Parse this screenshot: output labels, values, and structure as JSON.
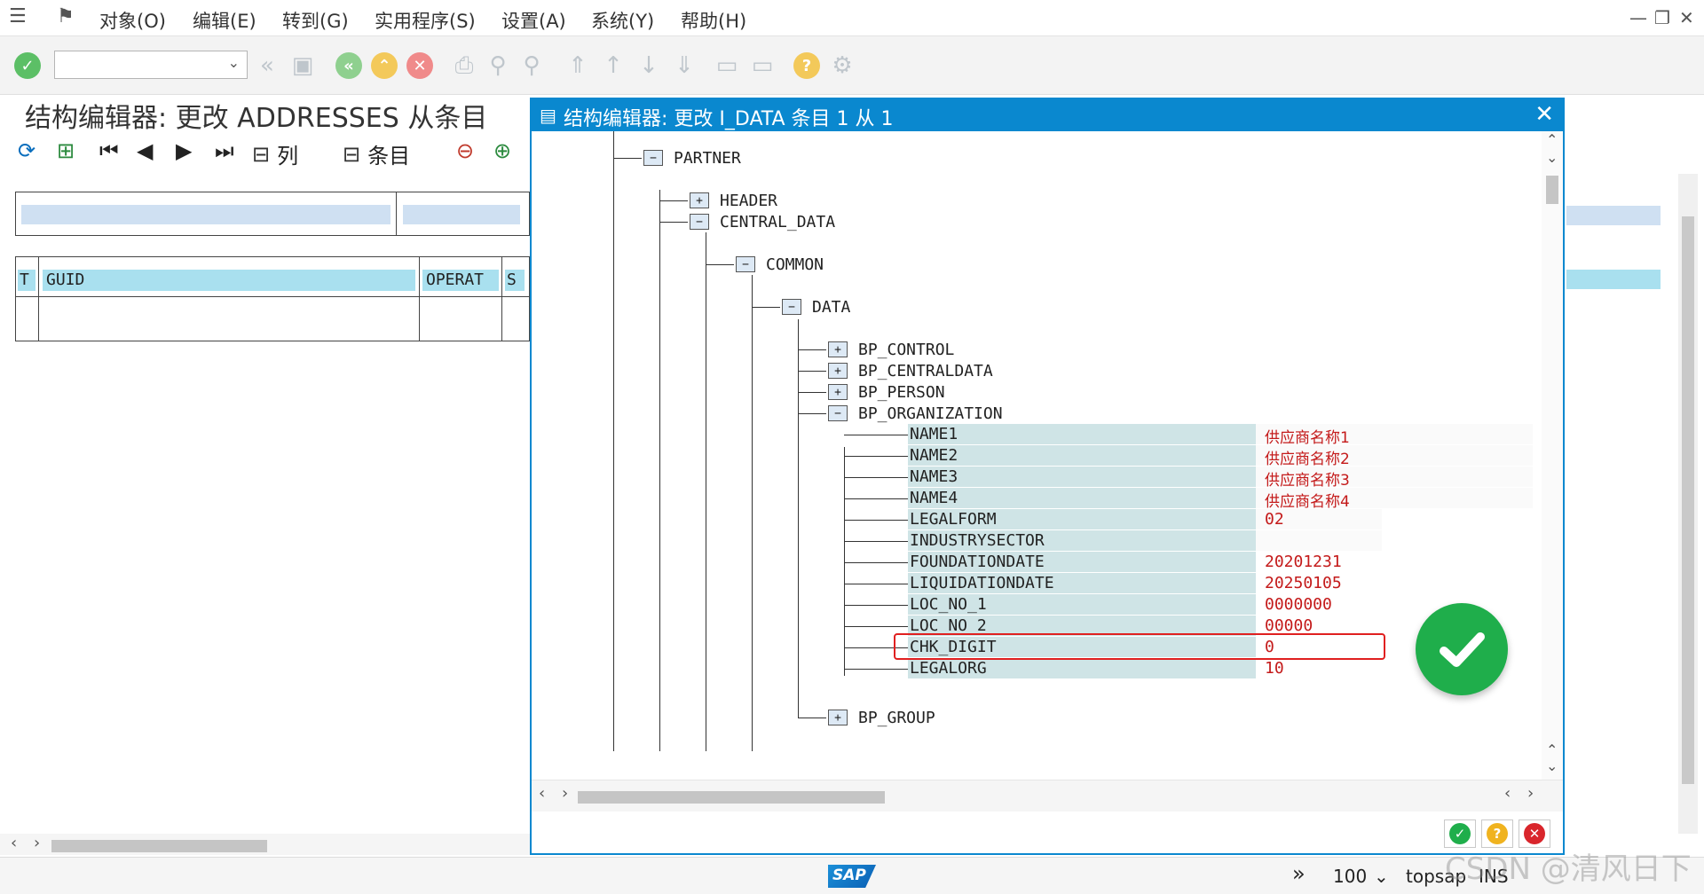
{
  "menu": {
    "items": [
      "对象(O)",
      "编辑(E)",
      "转到(G)",
      "实用程序(S)",
      "设置(A)",
      "系统(Y)",
      "帮助(H)"
    ]
  },
  "page_title": "结构编辑器: 更改 ADDRESSES 从条目",
  "app_toolbar": {
    "columns_label": "列",
    "entries_label": "条目"
  },
  "left_table": {
    "columns": [
      "T",
      "GUID",
      "OPERAT",
      "S"
    ]
  },
  "dialog": {
    "title": "结构编辑器: 更改 I_DATA 条目 1 从 1",
    "nodes": {
      "partner": "PARTNER",
      "header": "HEADER",
      "central_data": "CENTRAL_DATA",
      "common": "COMMON",
      "data": "DATA",
      "bp_control": "BP_CONTROL",
      "bp_centraldata": "BP_CENTRALDATA",
      "bp_person": "BP_PERSON",
      "bp_organization": "BP_ORGANIZATION",
      "bp_group": "BP_GROUP"
    },
    "fields": [
      {
        "name": "NAME1",
        "value": "供应商名称1"
      },
      {
        "name": "NAME2",
        "value": "供应商名称2"
      },
      {
        "name": "NAME3",
        "value": "供应商名称3"
      },
      {
        "name": "NAME4",
        "value": "供应商名称4"
      },
      {
        "name": "LEGALFORM",
        "value": "02"
      },
      {
        "name": "INDUSTRYSECTOR",
        "value": ""
      },
      {
        "name": "FOUNDATIONDATE",
        "value": "20201231"
      },
      {
        "name": "LIQUIDATIONDATE",
        "value": "20250105"
      },
      {
        "name": "LOC_NO_1",
        "value": "0000000"
      },
      {
        "name": "LOC_NO_2",
        "value": "00000"
      },
      {
        "name": "CHK_DIGIT",
        "value": "0"
      },
      {
        "name": "LEGALORG",
        "value": "10"
      }
    ]
  },
  "status": {
    "logo": "SAP",
    "zoom": "100",
    "system": "topsap",
    "mode": "INS"
  },
  "watermark": "CSDN @清风日下",
  "colors": {
    "accent": "#0a88cf",
    "value_red": "#c41a1a",
    "field_bg": "#cfe4e6",
    "ok_green": "#1fae4b"
  }
}
